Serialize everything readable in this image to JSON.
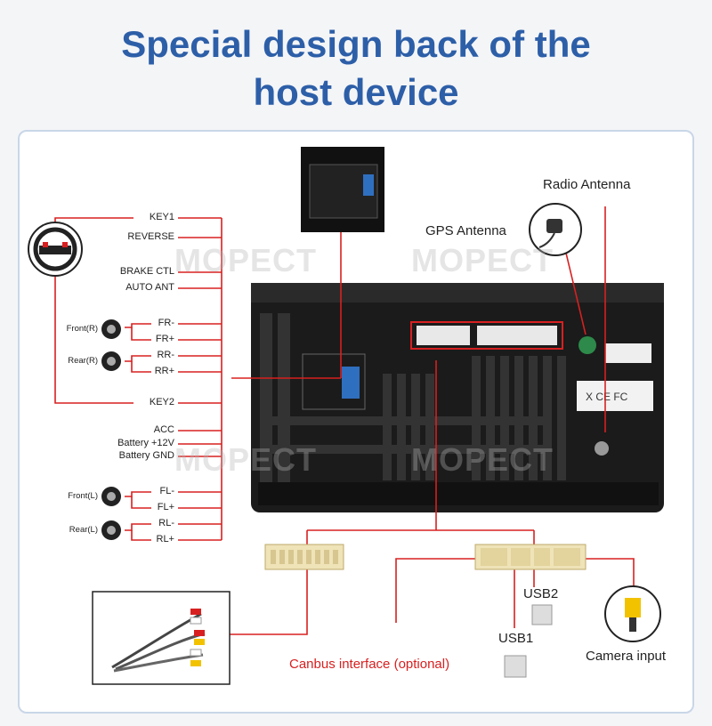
{
  "title_line1": "Special design back of the",
  "title_line2": "host device",
  "watermark": "MOPECT",
  "left_wires": {
    "key1": "KEY1",
    "reverse": "REVERSE",
    "brake": "BRAKE CTL",
    "auto_ant": "AUTO ANT",
    "fr_minus": "FR-",
    "fr_plus": "FR+",
    "rr_minus": "RR-",
    "rr_plus": "RR+",
    "key2": "KEY2",
    "acc": "ACC",
    "battery": "Battery +12V",
    "gnd": "Battery GND",
    "fl_minus": "FL-",
    "fl_plus": "FL+",
    "rl_minus": "RL-",
    "rl_plus": "RL+"
  },
  "speakers": {
    "front_r": "Front(R)",
    "rear_r": "Rear(R)",
    "front_l": "Front(L)",
    "rear_l": "Rear(L)"
  },
  "right_labels": {
    "radio_antenna": "Radio Antenna",
    "gps_antenna": "GPS Antenna",
    "usb2": "USB2",
    "usb1": "USB1",
    "camera_input": "Camera input",
    "canbus": "Canbus interface (optional)"
  },
  "colors": {
    "title": "#2d5fa8",
    "wire": "#d82020",
    "panel_border": "#c9d6e8"
  }
}
